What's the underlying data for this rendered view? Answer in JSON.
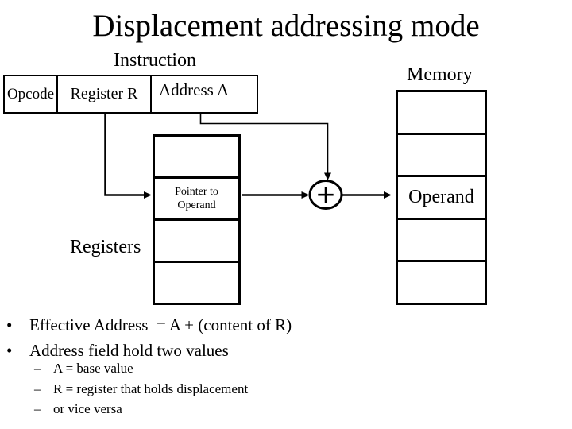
{
  "title": "Displacement addressing mode",
  "diagram": {
    "instruction_label": "Instruction",
    "memory_label": "Memory",
    "registers_label": "Registers",
    "instruction_fields": [
      "Opcode",
      "Register R",
      "Address A"
    ],
    "register_pointer_cell": "Pointer to Operand",
    "memory_operand_cell": "Operand",
    "plus_symbol": "+",
    "line_color": "#000000",
    "background_color": "#ffffff"
  },
  "bullets": {
    "glyph": "•",
    "dash": "–",
    "level1": [
      "Effective Address  = A + (content of R)",
      "Address field hold two values"
    ],
    "level2": [
      "A = base value",
      "R = register that holds displacement",
      "or vice versa"
    ]
  }
}
